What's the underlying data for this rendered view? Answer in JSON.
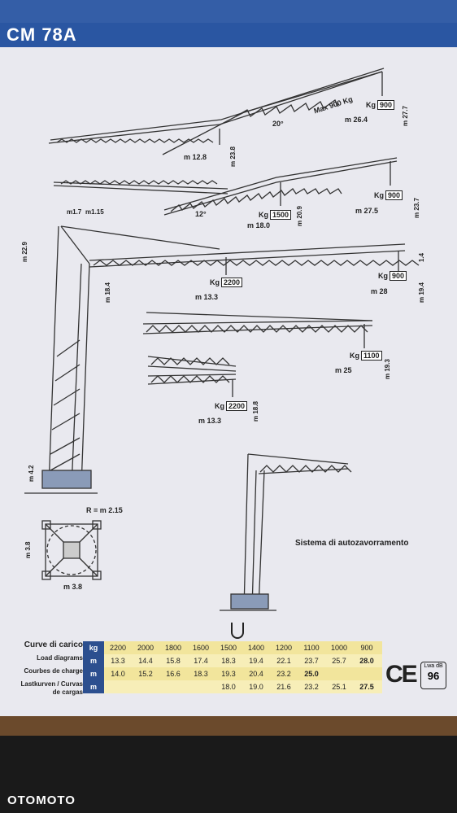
{
  "header": {
    "title": "CM 78A"
  },
  "diagram": {
    "config1": {
      "angle": "20°",
      "max_label": "Max 900 Kg",
      "tip_kg": "900",
      "tip_reach": "m 26.4",
      "tip_height": "m 27.7",
      "near_reach": "m 12.8",
      "near_height": "m 23.8"
    },
    "config2": {
      "angle": "12°",
      "mid_kg": "1500",
      "mid_reach": "m 18.0",
      "mid_height": "m 20.9",
      "tip_kg": "900",
      "tip_reach": "m 27.5",
      "tip_height": "m 23.7"
    },
    "config3": {
      "m17": "m1.7",
      "m115": "m1.15",
      "mast_height": "m 22.9",
      "hook_height": "m 18.4",
      "mid_kg": "2200",
      "mid_reach": "m 13.3",
      "tip_kg": "900",
      "tip_reach": "m 28",
      "tip_hgt": "m 19.4",
      "offset": "1.4"
    },
    "config4": {
      "tip_kg": "1100",
      "tip_reach": "m 25",
      "tip_height": "m 19.3"
    },
    "config5": {
      "tip_kg": "2200",
      "tip_reach": "m 13.3",
      "tip_height": "m 18.8"
    },
    "base": {
      "radius": "R = m 2.15",
      "height": "m 4.2",
      "side_v": "m 3.8",
      "side_h": "m 3.8"
    },
    "kg_prefix": "Kg",
    "self_ballast": "Sistema di autozavorramento"
  },
  "table": {
    "headers": [
      "2200",
      "2000",
      "1800",
      "1600",
      "1500",
      "1400",
      "1200",
      "1100",
      "1000",
      "900"
    ],
    "rows": [
      {
        "label": "Curve di carico",
        "unit": "kg",
        "values": []
      },
      {
        "label": "Load diagrams",
        "unit": "m",
        "values": [
          "13.3",
          "14.4",
          "15.8",
          "17.4",
          "18.3",
          "19.4",
          "22.1",
          "23.7",
          "25.7",
          "28.0"
        ]
      },
      {
        "label": "Courbes de charge",
        "unit": "m",
        "values": [
          "14.0",
          "15.2",
          "16.6",
          "18.3",
          "19.3",
          "20.4",
          "23.2",
          "25.0",
          "",
          ""
        ]
      },
      {
        "label": "Lastkurven / Curvas de cargas",
        "unit": "m",
        "values": [
          "",
          "",
          "",
          "",
          "18.0",
          "19.0",
          "21.6",
          "23.2",
          "25.1",
          "27.5"
        ]
      }
    ]
  },
  "marks": {
    "ce": "CE",
    "noise": "96",
    "noise_label": "Lwa dB"
  },
  "watermark": "OTOMOTO"
}
